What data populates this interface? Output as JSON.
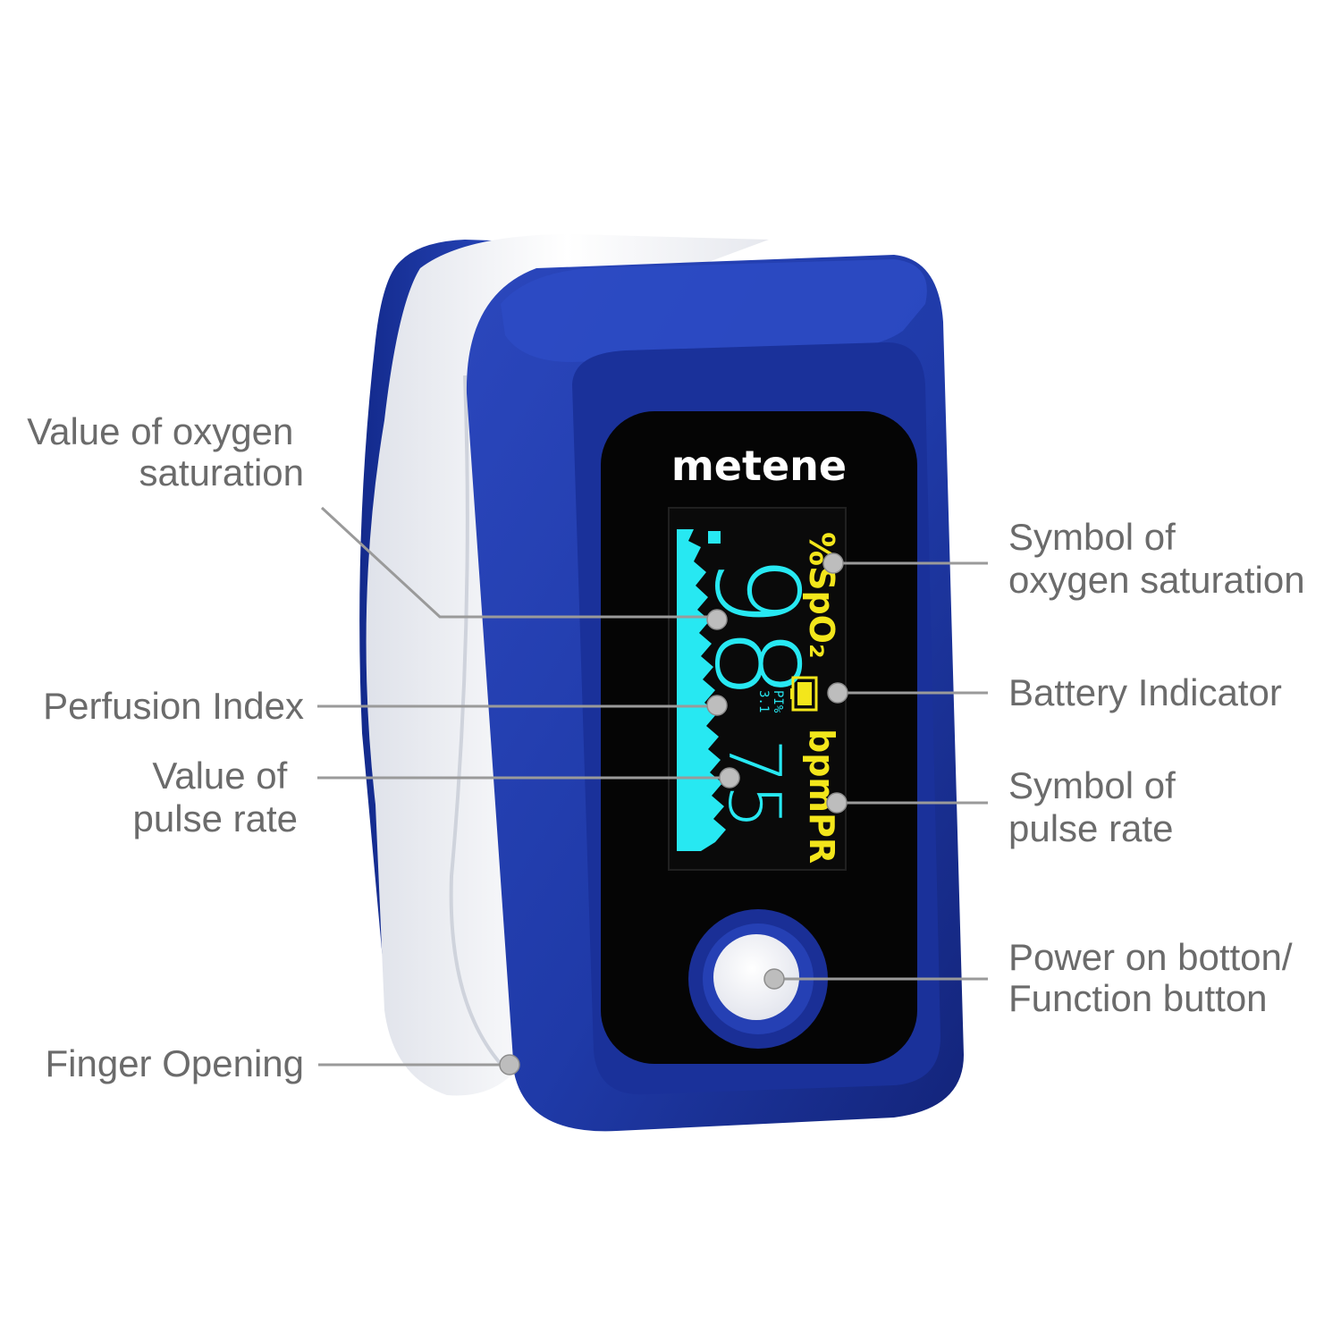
{
  "brand": "metene",
  "display": {
    "spo2_value": "98",
    "spo2_unit": "%SpO₂",
    "pulse_value": "75",
    "pulse_unit": "bpmPR",
    "pi_label": "PI%",
    "pi_value": "3.1",
    "battery_level": 1.0
  },
  "callouts": {
    "left": [
      {
        "id": "oxygen-value",
        "lines": [
          "Value of oxygen",
          "saturation"
        ]
      },
      {
        "id": "perfusion-index",
        "lines": [
          "Perfusion Index"
        ]
      },
      {
        "id": "pulse-value",
        "lines": [
          "Value of",
          "pulse rate"
        ]
      },
      {
        "id": "finger-opening",
        "lines": [
          "Finger Opening"
        ]
      }
    ],
    "right": [
      {
        "id": "oxygen-symbol",
        "lines": [
          "Symbol of",
          "oxygen saturation"
        ]
      },
      {
        "id": "battery",
        "lines": [
          "Battery Indicator"
        ]
      },
      {
        "id": "pulse-symbol",
        "lines": [
          "Symbol of",
          "pulse rate"
        ]
      },
      {
        "id": "power-button",
        "lines": [
          "Power on botton/",
          "Function button"
        ]
      }
    ]
  },
  "colors": {
    "body_blue": "#1f3aa8",
    "body_dark_blue": "#142a86",
    "clip_white": "#f1f2f6",
    "screen_black": "#050505",
    "cyan": "#27e8f2",
    "yellow": "#f3e61b",
    "label_gray": "#6b6b6b",
    "leader_gray": "#9a9a9a"
  }
}
